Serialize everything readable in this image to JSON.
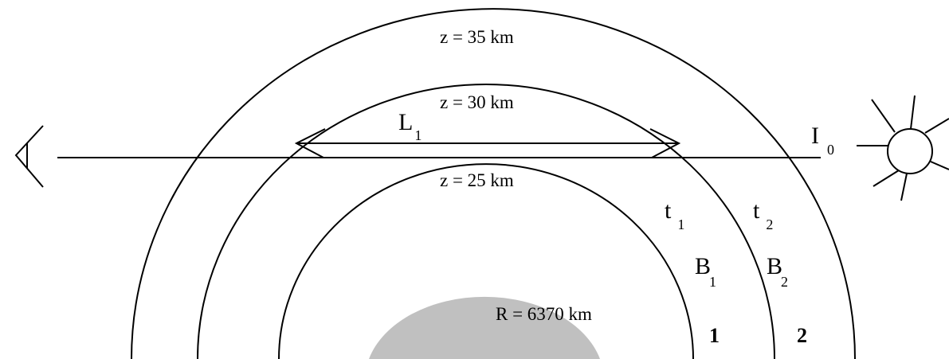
{
  "labels": {
    "z35": "z = 35 km",
    "z30": "z = 30 km",
    "z25": "z = 25 km",
    "radius": "R =  6370 km",
    "path_length": {
      "main": "L",
      "sub": "1"
    },
    "incident_intensity": {
      "main": "I",
      "sub": "0"
    },
    "transmittance_1": {
      "main": "t",
      "sub": "1"
    },
    "transmittance_2": {
      "main": "t",
      "sub": "2"
    },
    "source_1": {
      "main": "B",
      "sub": "1"
    },
    "source_2": {
      "main": "B",
      "sub": "2"
    },
    "layer_1": "1",
    "layer_2": "2"
  },
  "colors": {
    "line": "#000000",
    "earth": "#c0c0c0",
    "background": "#ffffff"
  },
  "icons": {
    "observer": "eye-icon",
    "sun": "sun-icon"
  }
}
